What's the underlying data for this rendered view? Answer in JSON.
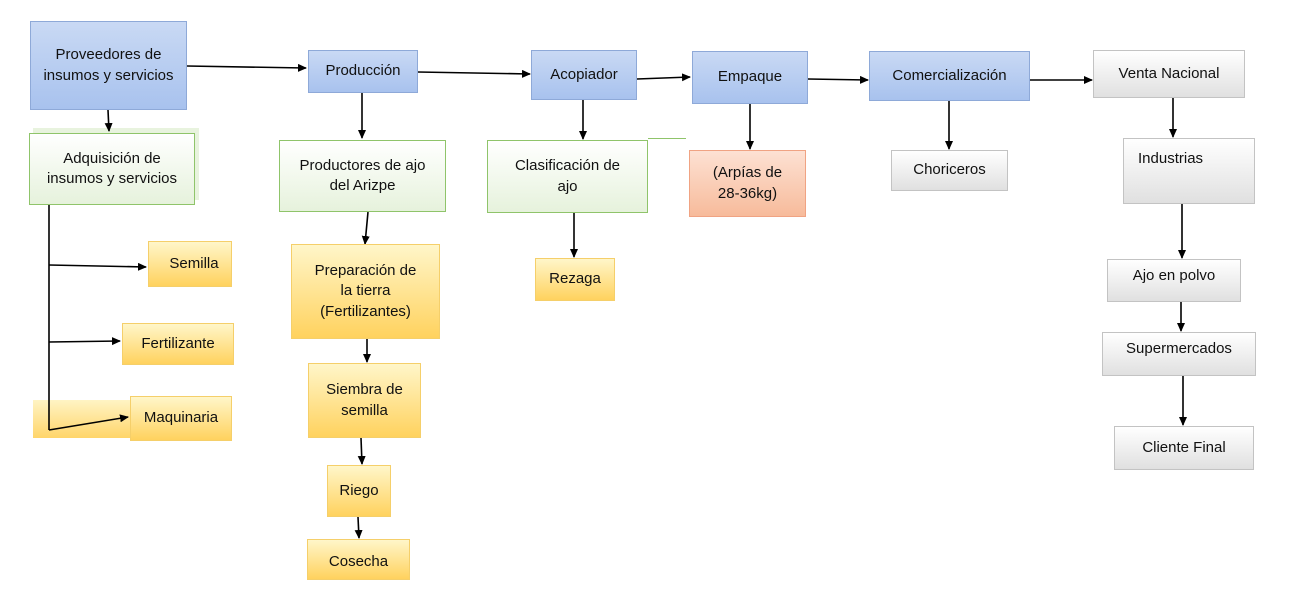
{
  "nodes": {
    "proveedores": "Proveedores de insumos y servicios",
    "produccion": "Producción",
    "acopiador": "Acopiador",
    "empaque": "Empaque",
    "comercializacion": "Comercialización",
    "venta_nacional": "Venta Nacional",
    "adquisicion": "Adquisición de insumos y servicios",
    "productores": "Productores de ajo del Arizpe",
    "clasificacion": "Clasificación de ajo",
    "arpias": "(Arpías de 28-36kg)",
    "choriceros": "Choriceros",
    "industrias": "Industrias",
    "semilla": "Semilla",
    "fertilizante": "Fertilizante",
    "maquinaria": "Maquinaria",
    "preparacion": "Preparación de la tierra (Fertilizantes)",
    "siembra": "Siembra de semilla",
    "riego": "Riego",
    "cosecha": "Cosecha",
    "rezaga": "Rezaga",
    "ajo_polvo": "Ajo en polvo",
    "supermercados": "Supermercados",
    "cliente_final": "Cliente Final"
  },
  "colors": {
    "main_chain": "#a8c2ee",
    "stage_step": "#e6f2dc",
    "sub_item": "#ffd25e",
    "packaging": "#f7bb9b",
    "market": "#e0e0e0",
    "arrow": "#000000"
  }
}
